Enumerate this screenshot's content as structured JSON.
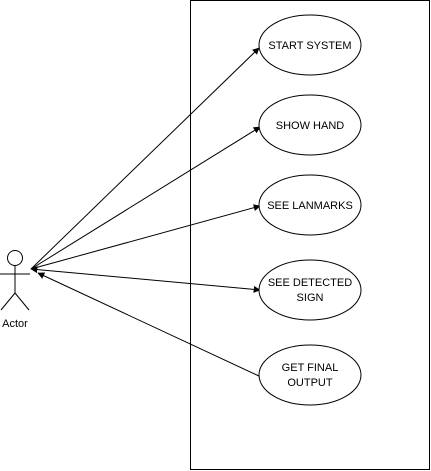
{
  "actor": {
    "label": "Actor"
  },
  "use_cases": [
    {
      "lines": [
        "START SYSTEM"
      ]
    },
    {
      "lines": [
        "SHOW HAND"
      ]
    },
    {
      "lines": [
        "SEE LANMARKS"
      ]
    },
    {
      "lines": [
        "SEE DETECTED",
        "SIGN"
      ]
    },
    {
      "lines": [
        "GET FINAL",
        "OUTPUT"
      ]
    }
  ],
  "colors": {
    "stroke": "#000000",
    "fill": "#ffffff",
    "text": "#000000"
  }
}
